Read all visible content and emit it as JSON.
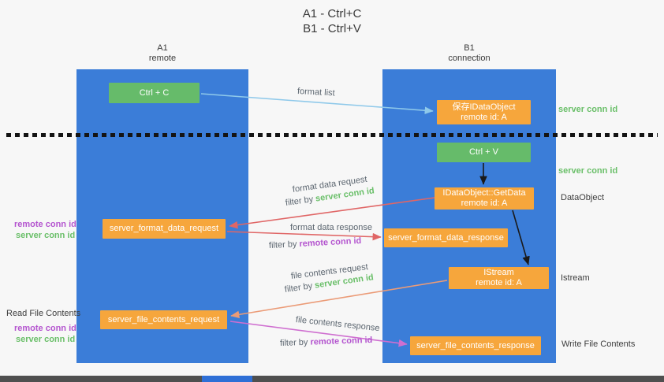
{
  "title": {
    "line1": "A1 - Ctrl+C",
    "line2": "B1 - Ctrl+V"
  },
  "lanes": {
    "left": {
      "name": "A1",
      "subtitle": "remote"
    },
    "right": {
      "name": "B1",
      "subtitle": "connection"
    }
  },
  "boxes": {
    "ctrl_c": "Ctrl + C",
    "save_dataobject": {
      "line1": "保存IDataObject",
      "line2": "remote id: A"
    },
    "ctrl_v": "Ctrl + V",
    "getdata": {
      "line1": "IDataObject::GetData",
      "line2": "remote id: A"
    },
    "format_request": "server_format_data_request",
    "format_response": "server_format_data_response",
    "istream": {
      "line1": "IStream",
      "line2": "remote id: A"
    },
    "file_request": "server_file_contents_request",
    "file_response": "server_file_contents_response"
  },
  "side_labels": {
    "server_conn_id_top": "server conn id",
    "server_conn_id_mid": "server conn id",
    "dataobject": "DataObject",
    "istream": "Istream",
    "write_file_contents": "Write File Contents",
    "read_file_contents": "Read File Contents",
    "remote_conn_id_1": "remote conn id",
    "server_conn_id_1": "server conn id",
    "remote_conn_id_2": "remote conn id",
    "server_conn_id_2": "server conn id"
  },
  "arrow_labels": {
    "format_list": "format list",
    "format_data_request": "format data request",
    "filter_by_1": "filter by ",
    "server_conn_id_a": "server conn id",
    "format_data_response": "format data response",
    "filter_by_2": "filter by ",
    "remote_conn_id_a": "remote conn id",
    "file_contents_request": "file contents request",
    "filter_by_3": "filter by ",
    "server_conn_id_b": "server conn id",
    "file_contents_response": "file contents response",
    "filter_by_4": "filter by ",
    "remote_conn_id_b": "remote conn id"
  },
  "colors": {
    "lane_blue": "#3b7dd8",
    "box_green": "#66bb6a",
    "box_orange": "#f6a63c",
    "green_text": "#6abf69",
    "purple_text": "#b455cf",
    "arrow_blue": "#8fc9ea",
    "arrow_red": "#e06666",
    "arrow_salmon": "#eb9b77",
    "arrow_magenta": "#cf6fd0",
    "arrow_black": "#1a1a1a"
  }
}
